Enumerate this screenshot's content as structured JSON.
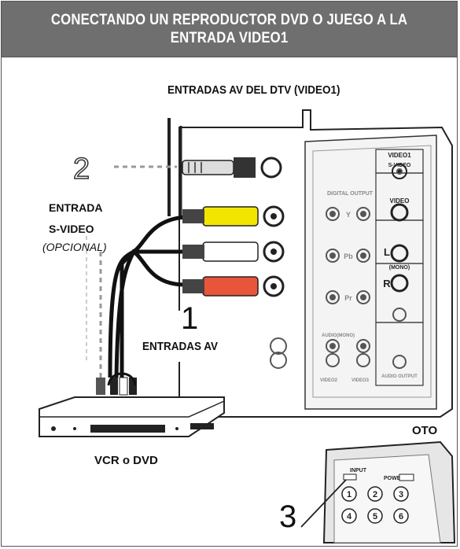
{
  "header": {
    "title_line1": "CONECTANDO UN REPRODUCTOR DVD O JUEGO A LA",
    "title_line2": "ENTRADA VIDEO1"
  },
  "labels": {
    "dtv_inputs": "ENTRADAS AV DEL DTV (VIDEO1)",
    "step2_number": "2",
    "svideo_line1": "ENTRADA",
    "svideo_line2": "S-VIDEO",
    "svideo_line3": "(OPCIONAL)",
    "step1_number": "1",
    "av_inputs": "ENTRADAS AV",
    "device": "VCR o DVD",
    "remote_partial": "OTO",
    "step3_number": "3"
  },
  "tv_panel": {
    "video1": "VIDEO1",
    "svideo": "S-VIDEO",
    "video": "VIDEO",
    "left": "L",
    "mono": "(MONO)",
    "right": "R",
    "y": "Y",
    "pb": "Pb",
    "pr": "Pr",
    "digital_output": "DIGITAL OUTPUT",
    "audio_mono": "AUDIO(MONO)",
    "video2": "VIDEO2",
    "video3": "VIDEO3",
    "audio_output": "AUDIO OUTPUT"
  },
  "remote": {
    "input": "INPUT",
    "power": "POWER",
    "keys": [
      "1",
      "2",
      "3",
      "4",
      "5",
      "6"
    ]
  },
  "colors": {
    "header_bg": "#6f6f6f",
    "video_plug": "#f2e600",
    "audio_left_plug": "#ffffff",
    "audio_right_plug": "#e8553a"
  }
}
